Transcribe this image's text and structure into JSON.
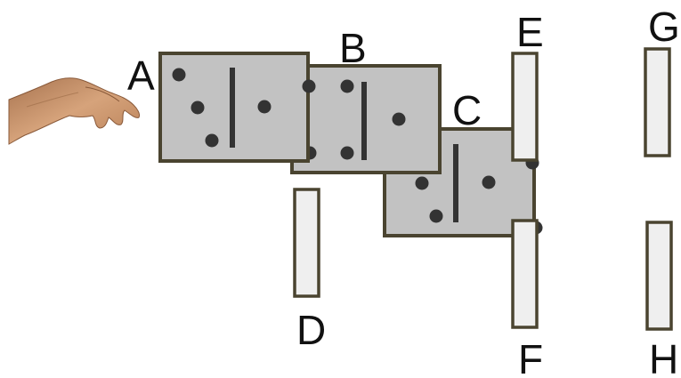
{
  "labels": {
    "a": "A",
    "b": "B",
    "c": "C",
    "d": "D",
    "e": "E",
    "f": "F",
    "g": "G",
    "h": "H"
  },
  "colors": {
    "tile_fill": "#c2c2c2",
    "tile_border": "#4a4430",
    "pip": "#333333",
    "bar_fill": "#efefef",
    "bar_border": "#4a4430",
    "hand_skin": "#c99467"
  },
  "icons": {
    "hand": "reaching-hand-icon"
  }
}
